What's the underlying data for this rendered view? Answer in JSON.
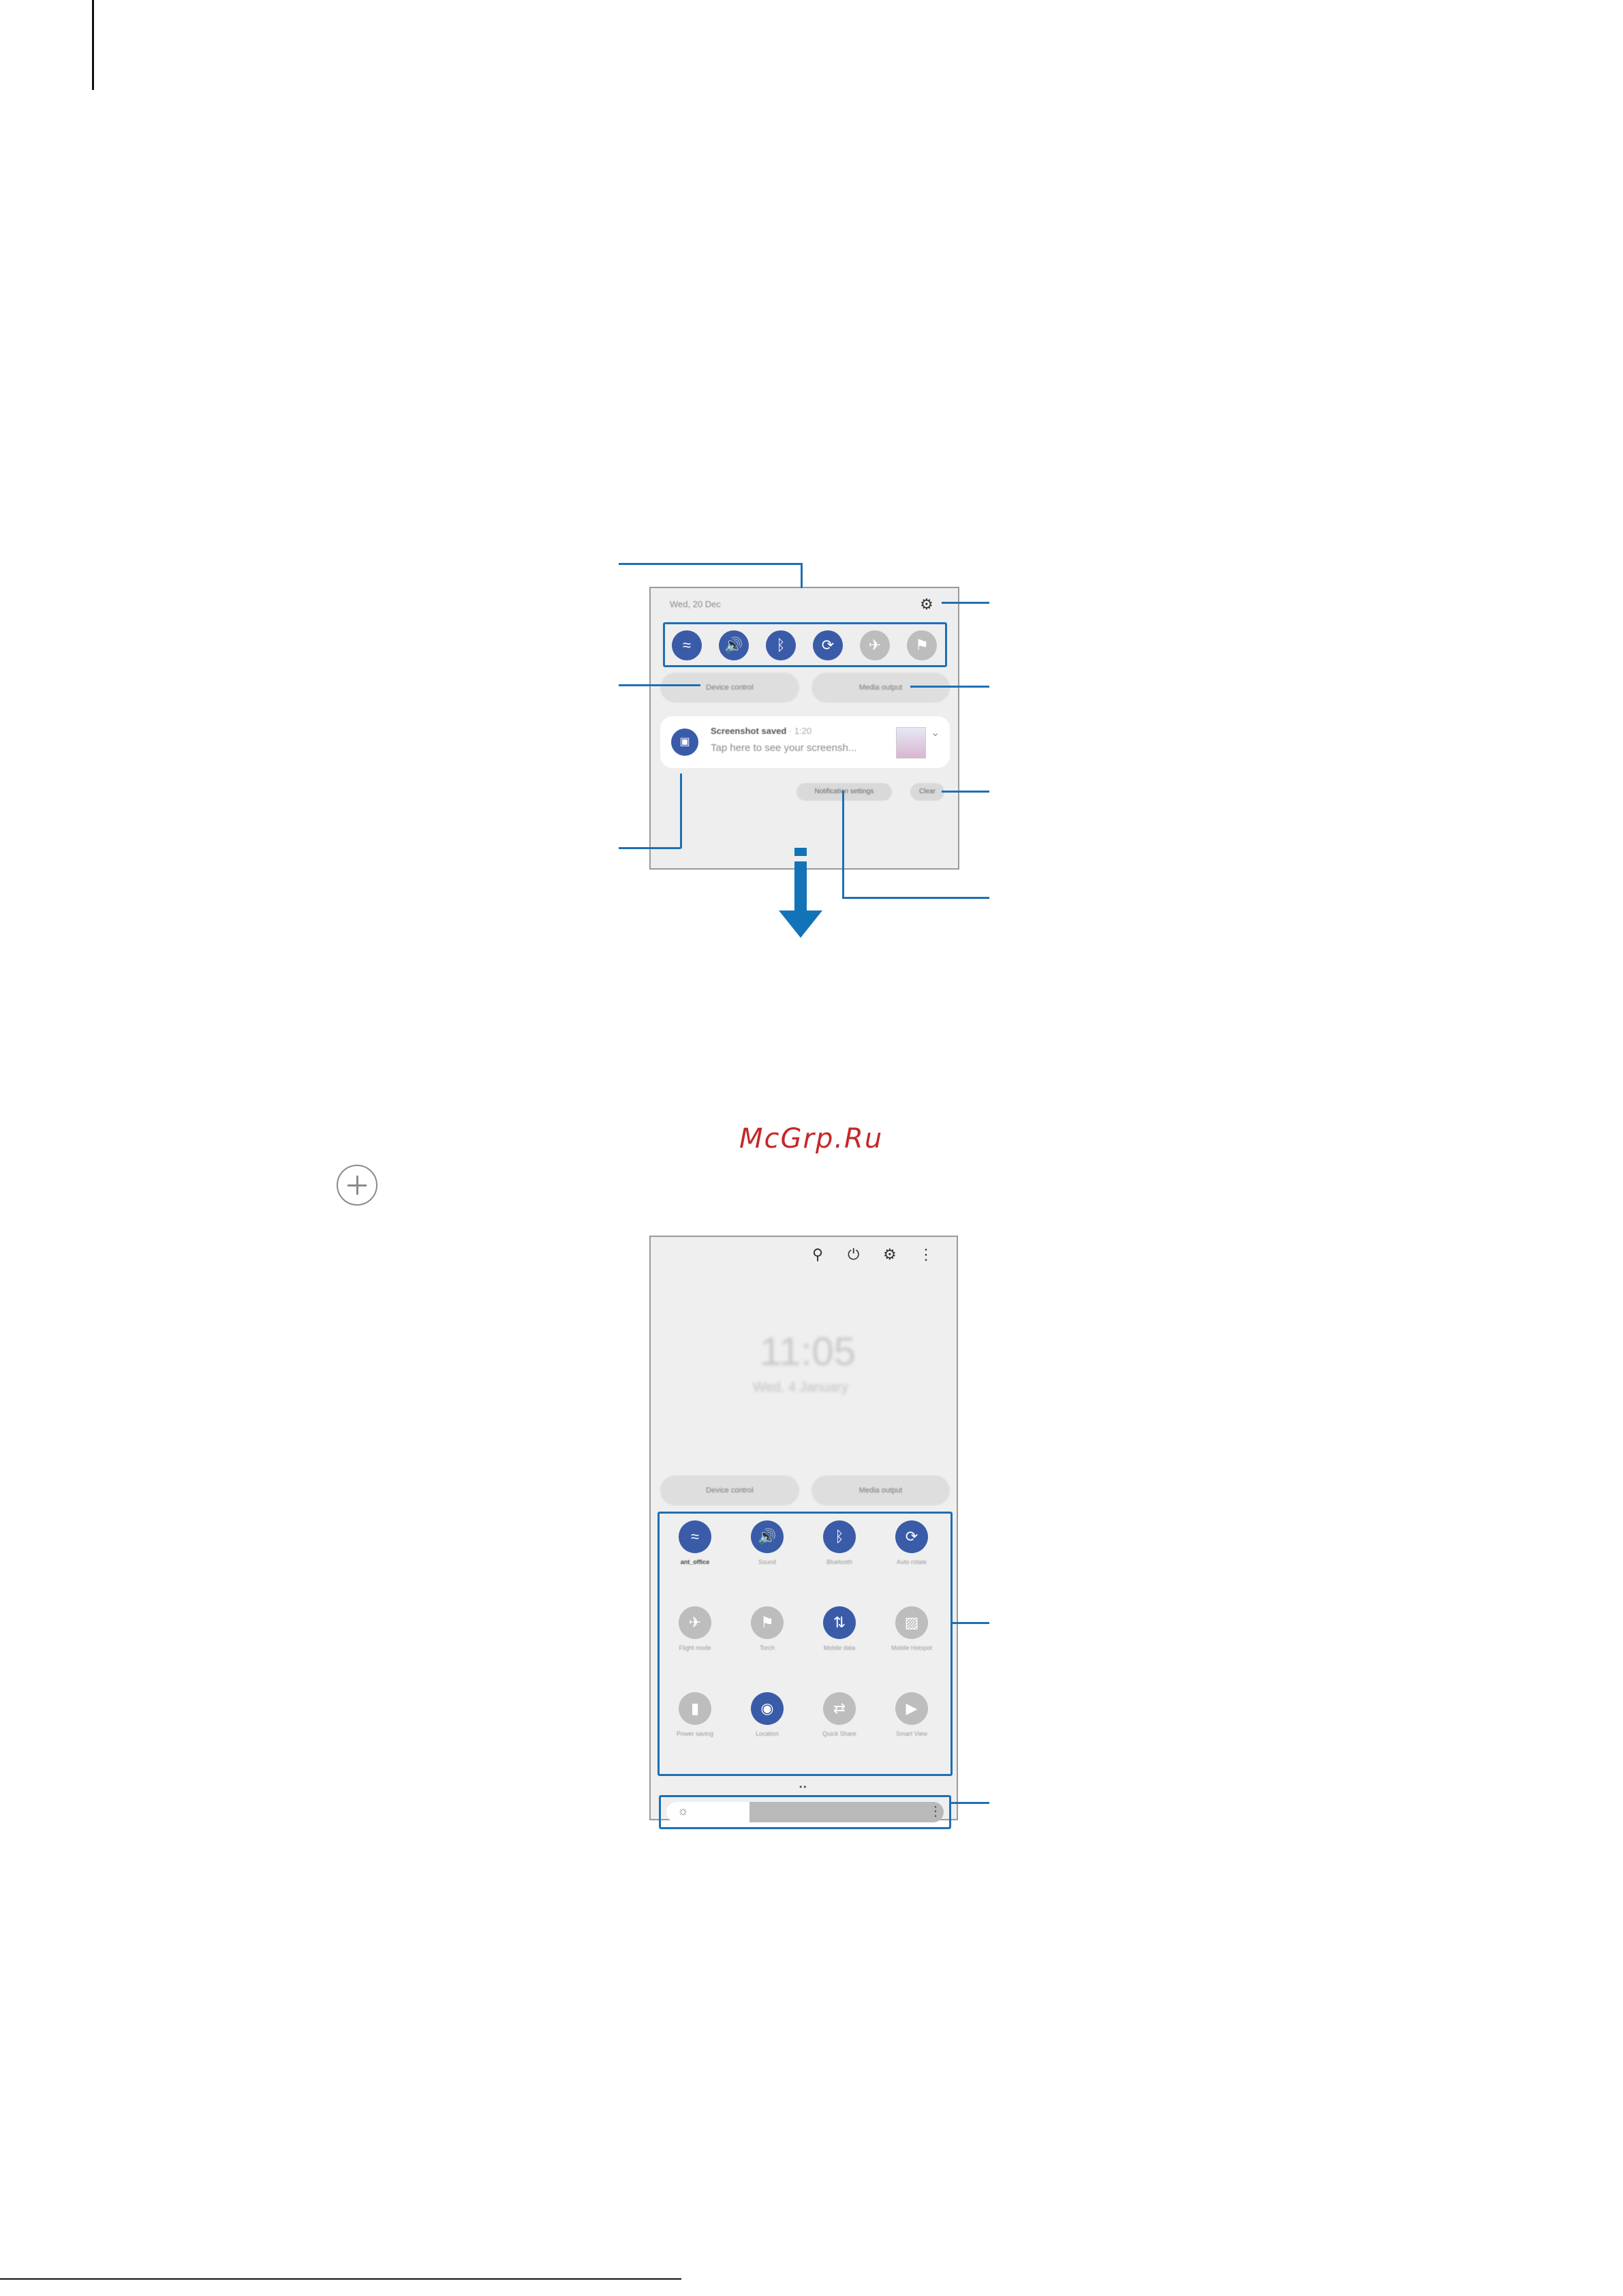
{
  "page": {
    "watermark": "McGrp.Ru",
    "add_icon": "plus-circle-icon"
  },
  "notification_panel": {
    "date": "Wed, 20 Dec",
    "settings_icon": "gear-icon",
    "toggles": [
      {
        "icon": "wifi-icon",
        "glyph": "≈",
        "state": "on"
      },
      {
        "icon": "sound-icon",
        "glyph": "🔊",
        "state": "on"
      },
      {
        "icon": "bluetooth-icon",
        "glyph": "ᛒ",
        "state": "on"
      },
      {
        "icon": "auto-rotate-icon",
        "glyph": "⟳",
        "state": "on"
      },
      {
        "icon": "airplane-mode-icon",
        "glyph": "✈",
        "state": "off"
      },
      {
        "icon": "torch-icon",
        "glyph": "⚑",
        "state": "off"
      }
    ],
    "device_control": "Device control",
    "media_output": "Media output",
    "notification": {
      "title": "Screenshot saved",
      "time": "· 1:20",
      "text": "Tap here to see your screensh..."
    },
    "notification_settings": "Notification settings",
    "clear": "Clear"
  },
  "quick_panel": {
    "top_icons": [
      "search-icon",
      "power-icon",
      "gear-icon",
      "more-options-icon"
    ],
    "time": "11:05",
    "date": "Wed, 4 January",
    "device_control": "Device control",
    "media_output": "Media output",
    "buttons": [
      {
        "label": "ant_office",
        "icon": "wifi-icon",
        "glyph": "≈",
        "state": "on"
      },
      {
        "label": "Sound",
        "icon": "sound-icon",
        "glyph": "🔊",
        "state": "on"
      },
      {
        "label": "Bluetooth",
        "icon": "bluetooth-icon",
        "glyph": "ᛒ",
        "state": "on"
      },
      {
        "label": "Auto rotate",
        "icon": "auto-rotate-icon",
        "glyph": "⟳",
        "state": "on"
      },
      {
        "label": "Flight mode",
        "icon": "airplane-mode-icon",
        "glyph": "✈",
        "state": "off"
      },
      {
        "label": "Torch",
        "icon": "torch-icon",
        "glyph": "⚑",
        "state": "off"
      },
      {
        "label": "Mobile data",
        "icon": "mobile-data-icon",
        "glyph": "⇅",
        "state": "on"
      },
      {
        "label": "Mobile Hotspot",
        "icon": "hotspot-icon",
        "glyph": "▨",
        "state": "off"
      },
      {
        "label": "Power saving",
        "icon": "power-saving-icon",
        "glyph": "▮",
        "state": "off"
      },
      {
        "label": "Location",
        "icon": "location-icon",
        "glyph": "◉",
        "state": "on"
      },
      {
        "label": "Quick Share",
        "icon": "quick-share-icon",
        "glyph": "⇄",
        "state": "off"
      },
      {
        "label": "Smart View",
        "icon": "smart-view-icon",
        "glyph": "▶",
        "state": "off"
      }
    ],
    "brightness": {
      "level": 0.3,
      "sun_icon": "brightness-sun-icon",
      "more_icon": "more-options-icon"
    }
  }
}
